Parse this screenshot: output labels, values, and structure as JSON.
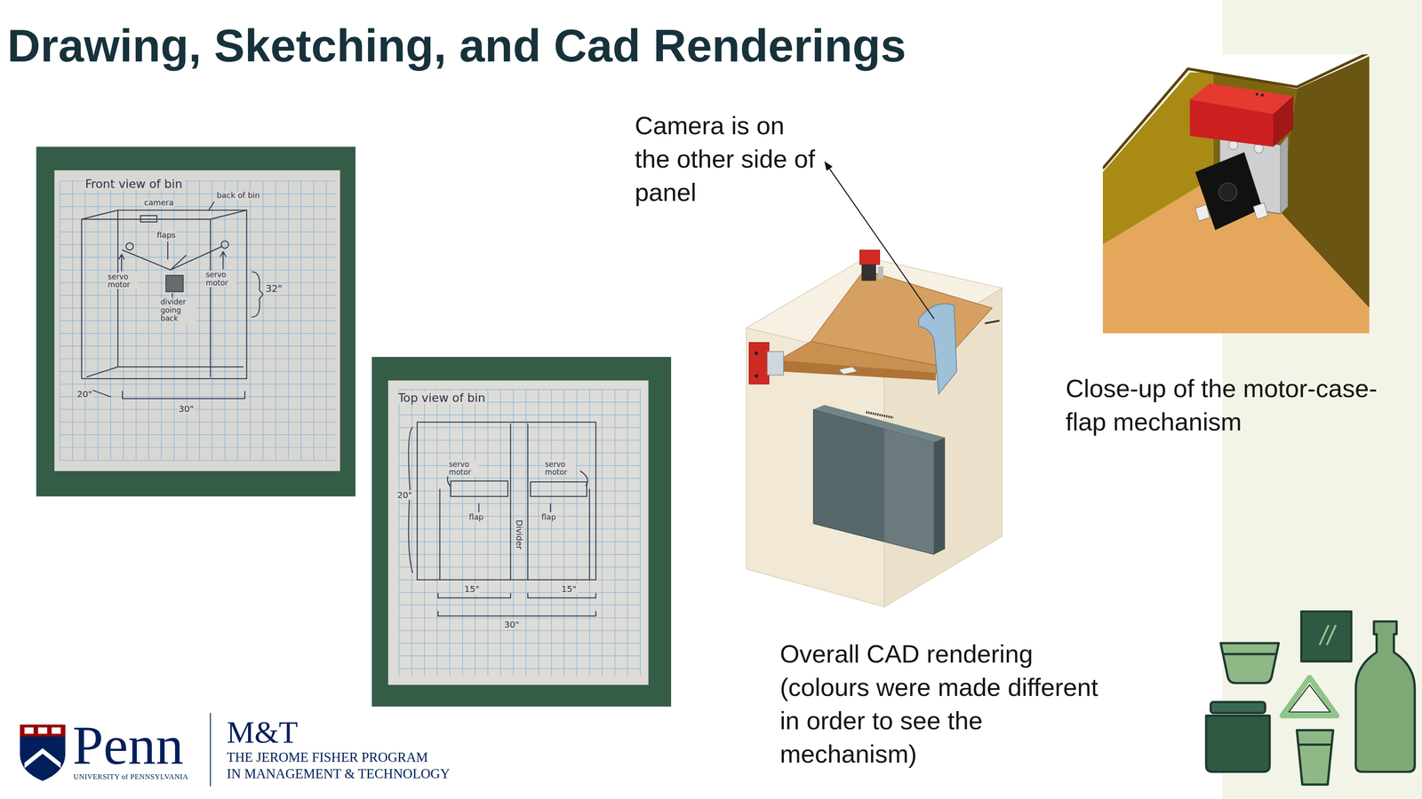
{
  "diagram": {
    "title": "Drawing, Sketching, and Cad Renderings",
    "labels": [
      "Camera is on the other side of panel",
      "Close-up of the motor-case-flap mechanism",
      "Overall CAD rendering (colours were made different in order to see the mechanism)",
      "Front view of bin",
      "camera",
      "back of bin",
      "flaps",
      "servo motor",
      "servo motor",
      "divider going back",
      "32\"",
      "20\"",
      "30\"",
      "Top view of bin",
      "servo motor",
      "servo motor",
      "Divider",
      "flap",
      "flap",
      "20\"",
      "15\"",
      "15\"",
      "30\"",
      "Penn",
      "UNIVERSITY of PENNSYLVANIA",
      "M&T",
      "THE JEROME FISHER PROGRAM",
      "IN MANAGEMENT & TECHNOLOGY"
    ]
  }
}
